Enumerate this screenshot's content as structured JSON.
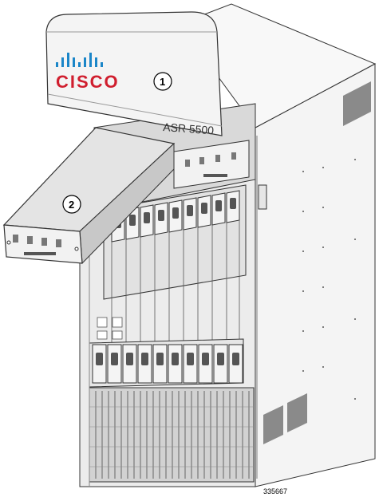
{
  "figure": {
    "brand_logo_text": "CISCO",
    "model_label": "ASR 5500",
    "callouts": [
      "1",
      "2"
    ],
    "figure_id": "335667"
  },
  "colors": {
    "outline": "#333333",
    "panel_light": "#f2f2f2",
    "panel_mid": "#d9d9d9",
    "panel_dark": "#8a8a8a",
    "brand_red": "#d01e2e",
    "brand_blue": "#1b86c8"
  }
}
